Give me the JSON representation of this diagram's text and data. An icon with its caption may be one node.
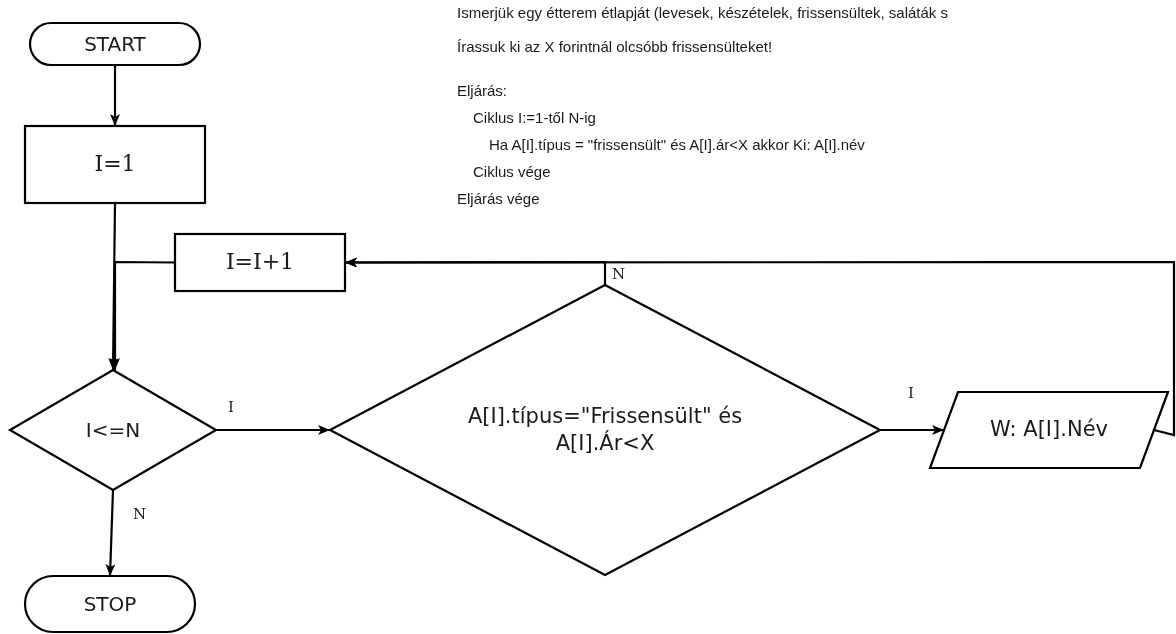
{
  "diagram": {
    "nodes": [
      {
        "text": [
          "START"
        ]
      },
      {
        "text": [
          "I=1"
        ]
      },
      {
        "text": [
          "I=I+1"
        ]
      },
      {
        "text": [
          "I<=N"
        ]
      },
      {
        "text": [
          "A[I].típus=\"Frissensült\" és A[I].Ár<X"
        ]
      },
      {
        "text": [
          "W: A[I].Név"
        ]
      },
      {
        "text": [
          "STOP"
        ]
      }
    ],
    "edges": [
      {
        "from": 0,
        "to": 1,
        "arrow": "to"
      },
      {
        "from": 1,
        "to": 3,
        "arrow": "to"
      },
      {
        "from": 2,
        "to": 3,
        "arrow": "to"
      },
      {
        "from": 3,
        "to": 4,
        "arrow": "to",
        "label": "I"
      },
      {
        "from": 3,
        "to": 6,
        "arrow": "to",
        "label": "N"
      },
      {
        "from": 4,
        "to": 5,
        "arrow": "to",
        "label": "I"
      },
      {
        "from": 4,
        "to": 2,
        "arrow": "to",
        "label": "N"
      },
      {
        "from": 5,
        "to": 2,
        "arrow": "to"
      }
    ],
    "labels": [
      "Ismerjük egy étterem étlapját (levesek, készételek, frissensültek, saláták s",
      "Írassuk ki az X forintnál olcsóbb frissensülteket!",
      "Eljárás:",
      "Ciklus I:=1-től N-ig",
      "Ha A[I].típus = \"frissensült\" és A[I].ár<X akkor Ki: A[I].név",
      "Ciklus vége",
      "Eljárás vége"
    ]
  }
}
